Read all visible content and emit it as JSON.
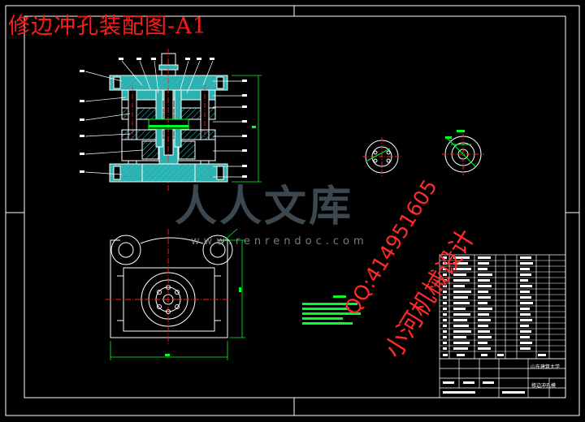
{
  "drawing": {
    "title": "修边冲孔装配图-A1"
  },
  "watermark": {
    "brand": "人人文库",
    "site": "www.renrendoc.com",
    "qq": "QQ:414951605",
    "designer": "小河机械设计"
  },
  "title_block": {
    "school": "山东建筑大学",
    "drawing_name": "修边冲孔模"
  },
  "colors": {
    "background": "#000000",
    "frame": "#ffffff",
    "outline": "#ffffff",
    "section_fill": "#2fb0b0",
    "hatch": "#18d8d8",
    "dimension": "#00ff2a",
    "centerline": "#ff2020",
    "title_text": "#ff1a1a"
  }
}
